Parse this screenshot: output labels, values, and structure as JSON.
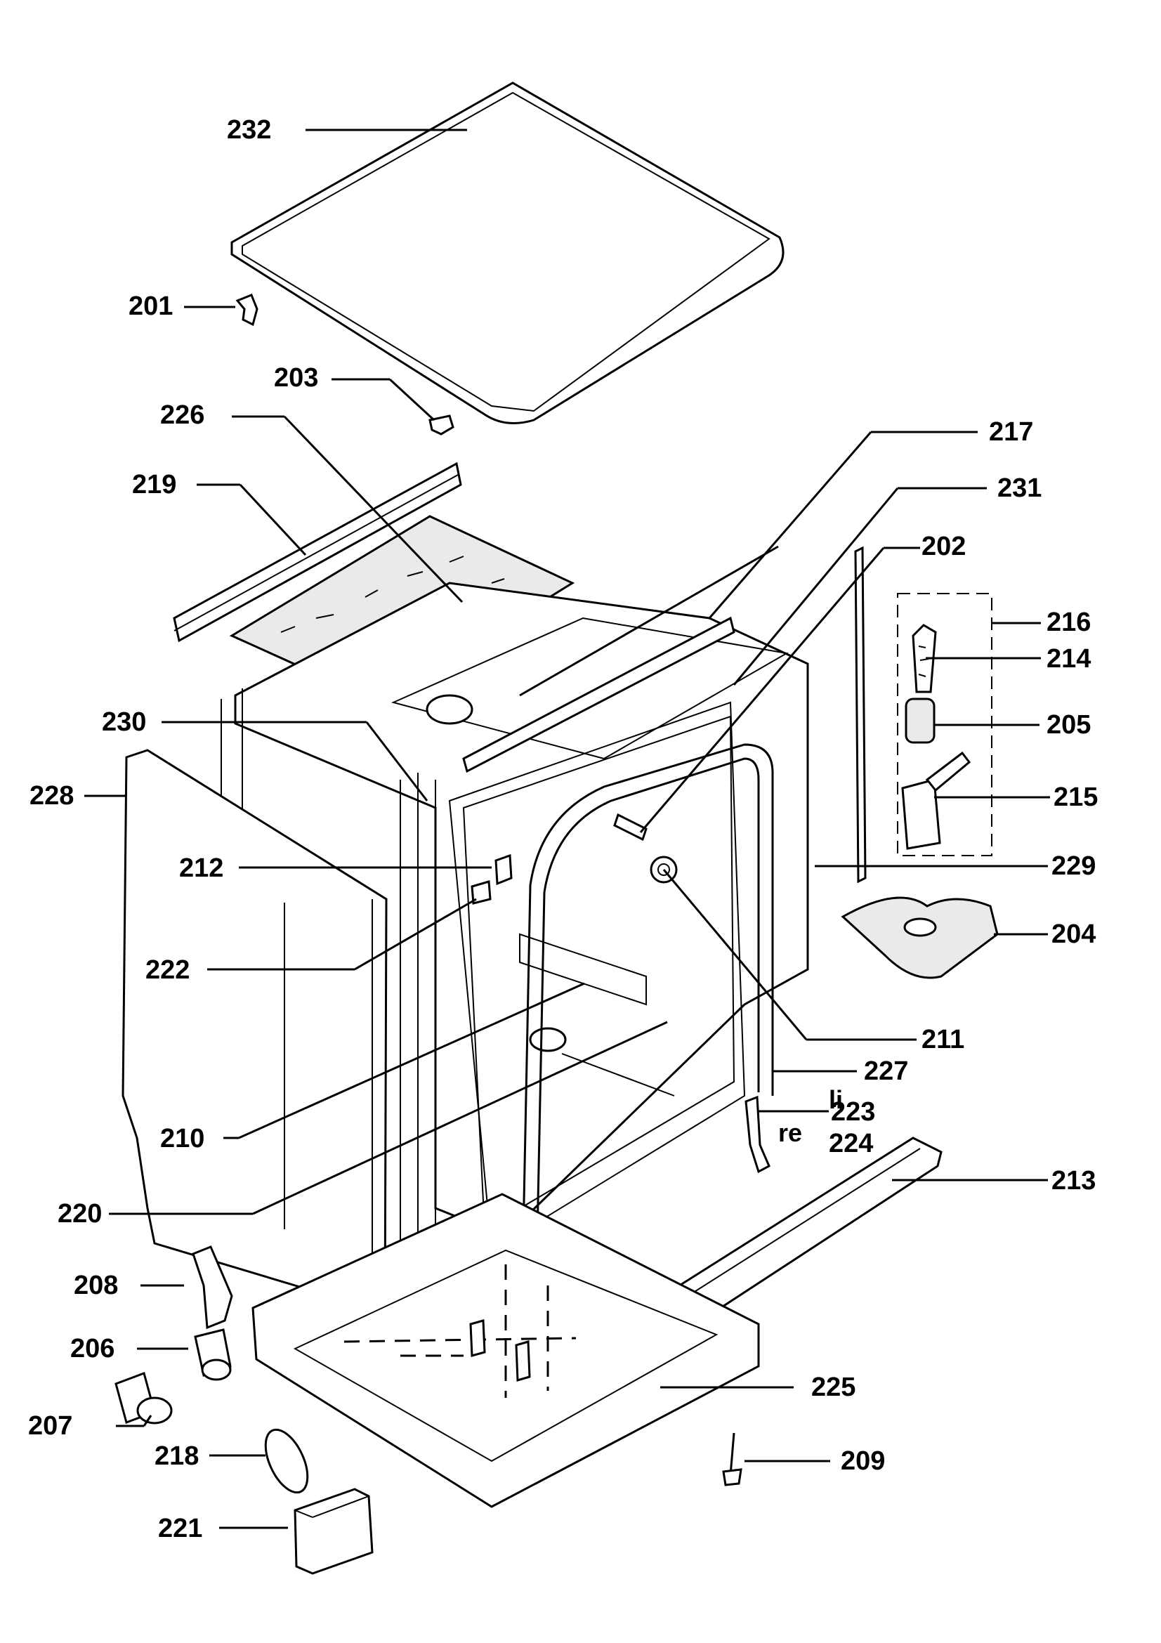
{
  "labels": {
    "l201": "201",
    "l202": "202",
    "l203": "203",
    "l204": "204",
    "l205": "205",
    "l206": "206",
    "l207": "207",
    "l208": "208",
    "l209": "209",
    "l210": "210",
    "l211": "211",
    "l212": "212",
    "l213": "213",
    "l214": "214",
    "l215": "215",
    "l216": "216",
    "l217": "217",
    "l218": "218",
    "l219": "219",
    "l220": "220",
    "l221": "221",
    "l222": "222",
    "l223": "223",
    "l224": "224",
    "l225": "225",
    "l226": "226",
    "l227": "227",
    "l228": "228",
    "l229": "229",
    "l230": "230",
    "l231": "231",
    "l232": "232"
  },
  "side_marks": {
    "li": "li",
    "re": "re"
  }
}
